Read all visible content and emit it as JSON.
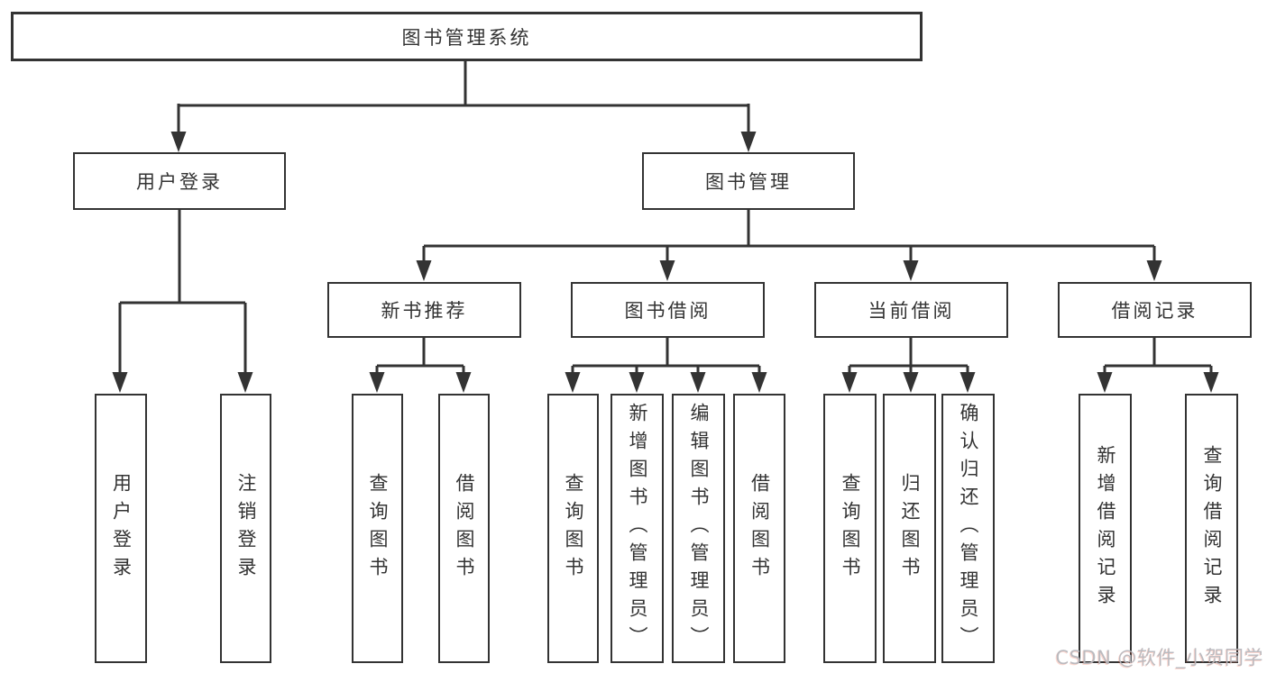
{
  "tree": {
    "label": "图书管理系统",
    "children": [
      {
        "label": "用户登录",
        "children": [
          {
            "label": "用户登录"
          },
          {
            "label": "注销登录"
          }
        ]
      },
      {
        "label": "图书管理",
        "children": [
          {
            "label": "新书推荐",
            "children": [
              {
                "label": "查询图书"
              },
              {
                "label": "借阅图书"
              }
            ]
          },
          {
            "label": "图书借阅",
            "children": [
              {
                "label": "查询图书"
              },
              {
                "label": "新增图书（管理员）"
              },
              {
                "label": "编辑图书（管理员）"
              },
              {
                "label": "借阅图书"
              }
            ]
          },
          {
            "label": "当前借阅",
            "children": [
              {
                "label": "查询图书"
              },
              {
                "label": "归还图书"
              },
              {
                "label": "确认归还（管理员）"
              }
            ]
          },
          {
            "label": "借阅记录",
            "children": [
              {
                "label": "新增借阅记录"
              },
              {
                "label": "查询借阅记录"
              }
            ]
          }
        ]
      }
    ]
  },
  "watermark": "CSDN @软件_小贺同学",
  "colors": {
    "line": "#333333",
    "box_border": "#333333",
    "text": "#333333",
    "background": "#ffffff",
    "watermark": "#b7b7bd"
  }
}
